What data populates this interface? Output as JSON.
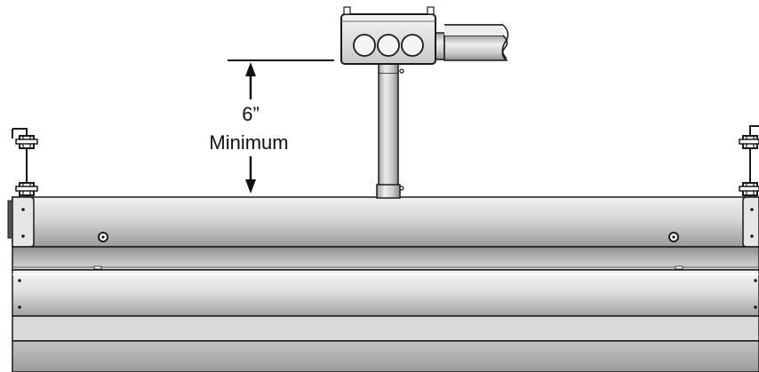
{
  "dimension": {
    "value": "6”",
    "label": "Minimum"
  },
  "colors": {
    "stroke": "#1a1a1a",
    "metal_light": "#e9e9e9",
    "metal_mid": "#c8c8c8",
    "metal_dark": "#8e8e8e",
    "background": "#ffffff"
  },
  "components": {
    "junction_box": {
      "icon": "junction-box-icon",
      "knockouts": 3
    },
    "conduit_pipe": {
      "icon": "vertical-conduit-icon"
    },
    "horizontal_conduit": {
      "icon": "horizontal-conduit-icon"
    },
    "unit_housing": {
      "icon": "air-curtain-housing-icon"
    },
    "mounting_brackets": {
      "icon": "mounting-bracket-icon",
      "count": 2
    }
  }
}
